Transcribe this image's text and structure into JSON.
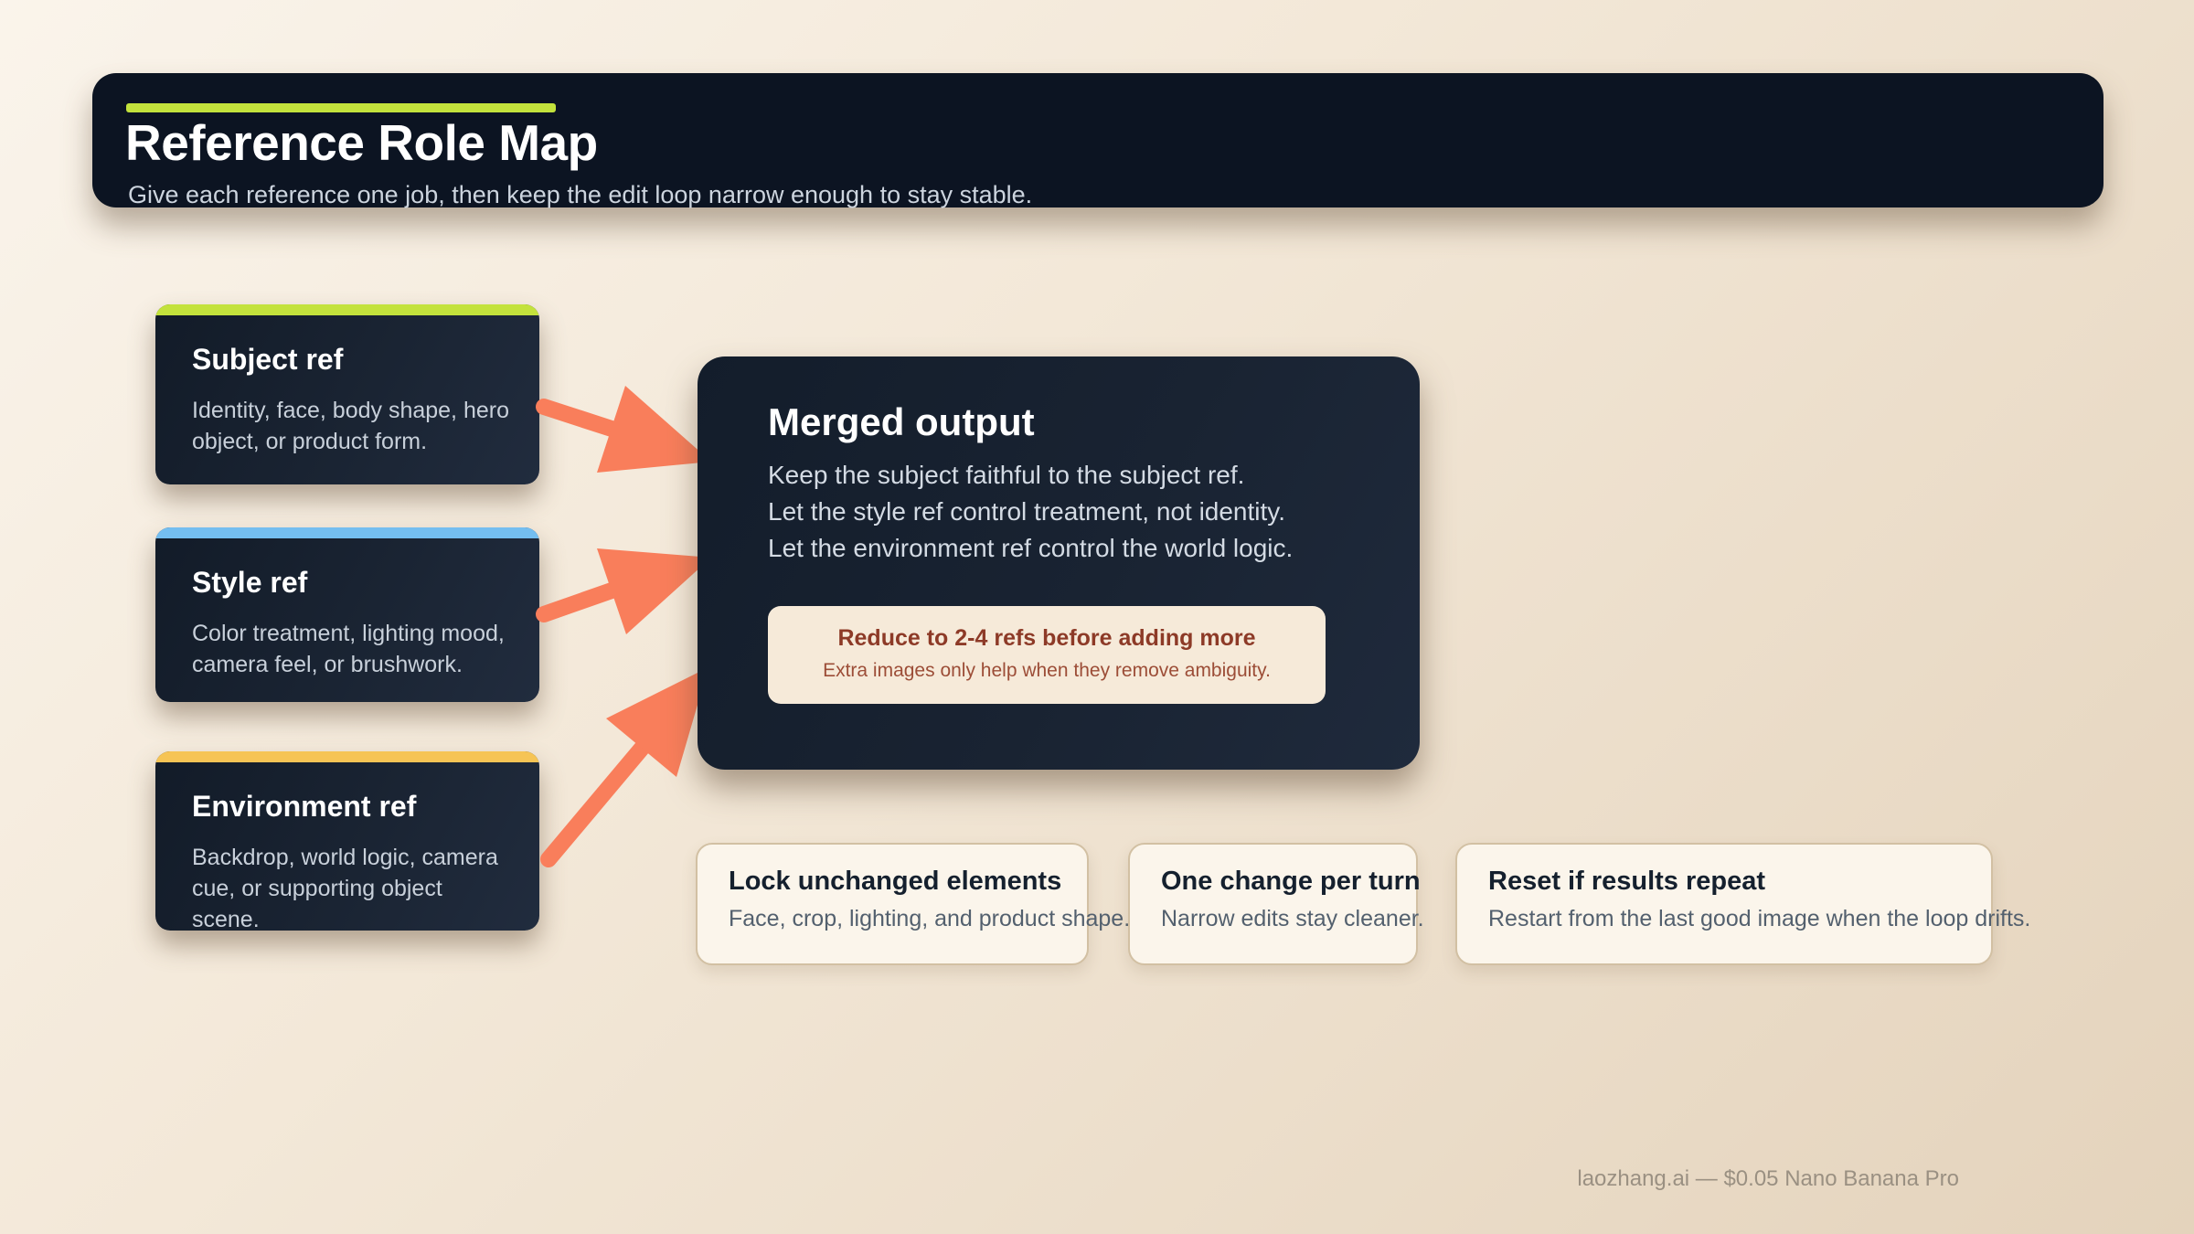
{
  "header": {
    "title": "Reference Role Map",
    "subtitle": "Give each reference one job, then keep the edit loop narrow enough to stay stable."
  },
  "refs": [
    {
      "title": "Subject ref",
      "body": "Identity, face, body shape, hero object, or product form.",
      "accent": "#c3e23c"
    },
    {
      "title": "Style ref",
      "body": "Color treatment, lighting mood, camera feel, or brushwork.",
      "accent": "#74bef0"
    },
    {
      "title": "Environment ref",
      "body": "Backdrop, world logic, camera cue, or supporting object scene.",
      "accent": "#f6c455"
    }
  ],
  "merged": {
    "title": "Merged output",
    "lines": [
      "Keep the subject faithful to the subject ref.",
      "Let the style ref control treatment, not identity.",
      "Let the environment ref control the world logic."
    ],
    "callout_title": "Reduce to 2-4 refs before adding more",
    "callout_body": "Extra images only help when they remove ambiguity."
  },
  "tips": [
    {
      "title": "Lock unchanged elements",
      "body": "Face, crop, lighting, and product shape."
    },
    {
      "title": "One change per turn",
      "body": "Narrow edits stay cleaner."
    },
    {
      "title": "Reset if results repeat",
      "body": "Restart from the last good image when the loop drifts."
    }
  ],
  "footer": {
    "credit": "laozhang.ai — $0.05 Nano Banana Pro"
  },
  "colors": {
    "header_bg": "#0c1422",
    "card_bg": "#18222f",
    "accent_subject": "#c3e23c",
    "accent_style": "#74bef0",
    "accent_environment": "#f6c455",
    "arrow": "#f97e5b",
    "callout_bg": "#f6ead9",
    "callout_text": "#8d3a27"
  }
}
